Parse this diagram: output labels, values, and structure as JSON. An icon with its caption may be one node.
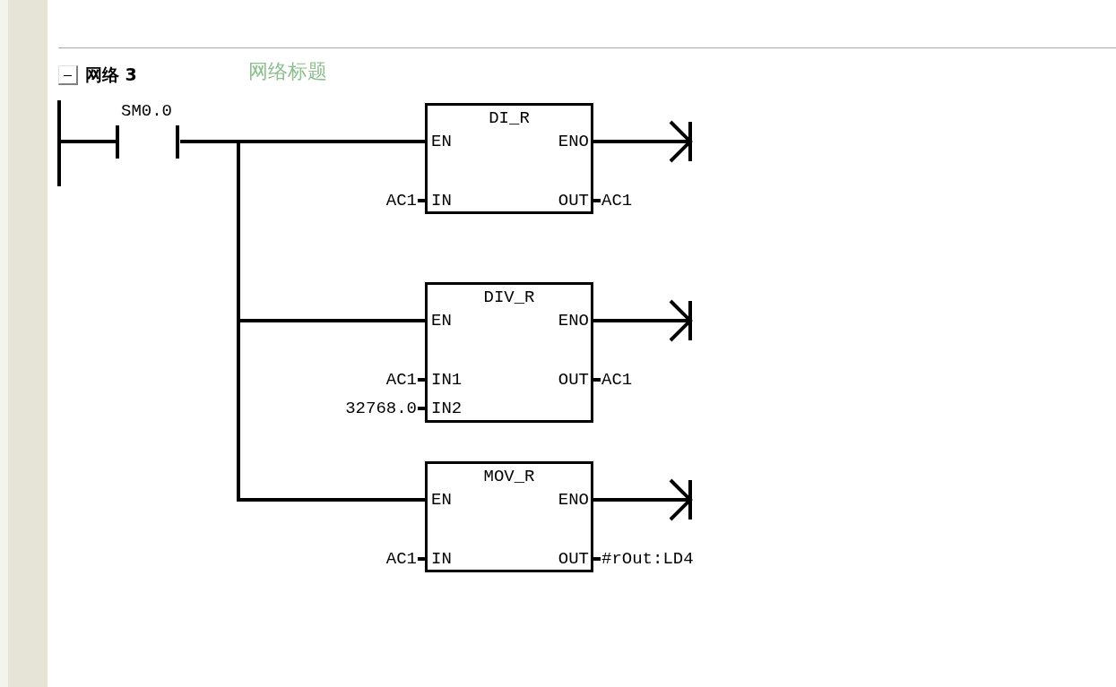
{
  "diagram": {
    "nodes": [
      {
        "text": [],
        "shape": "bar"
      },
      {
        "text": [
          "SM0.0"
        ]
      },
      {
        "text": [
          "DI_R",
          "EN",
          "ENO",
          "IN",
          "OUT"
        ],
        "beside": [
          "AC1",
          "AC1"
        ]
      },
      {
        "text": [
          "DIV_R",
          "EN",
          "ENO",
          "IN1",
          "OUT",
          "IN2"
        ],
        "beside": [
          "AC1",
          "AC1",
          "32768.0"
        ]
      },
      {
        "text": [
          "MOV_R",
          "EN",
          "ENO",
          "IN",
          "OUT"
        ],
        "beside": [
          "AC1",
          "#rOut:LD4"
        ]
      }
    ],
    "edges": [
      {
        "from": 0,
        "to": 1,
        "arrow": "none"
      },
      {
        "from": 1,
        "to": 2,
        "arrow": "none"
      },
      {
        "from": 1,
        "to": 3,
        "arrow": "none"
      },
      {
        "from": 1,
        "to": 4,
        "arrow": "none"
      },
      {
        "from": 2,
        "to": null,
        "arrow": "to"
      },
      {
        "from": 3,
        "to": null,
        "arrow": "to"
      },
      {
        "from": 4,
        "to": null,
        "arrow": "to"
      }
    ],
    "labels": [
      "网络 3",
      "网络标题"
    ]
  }
}
